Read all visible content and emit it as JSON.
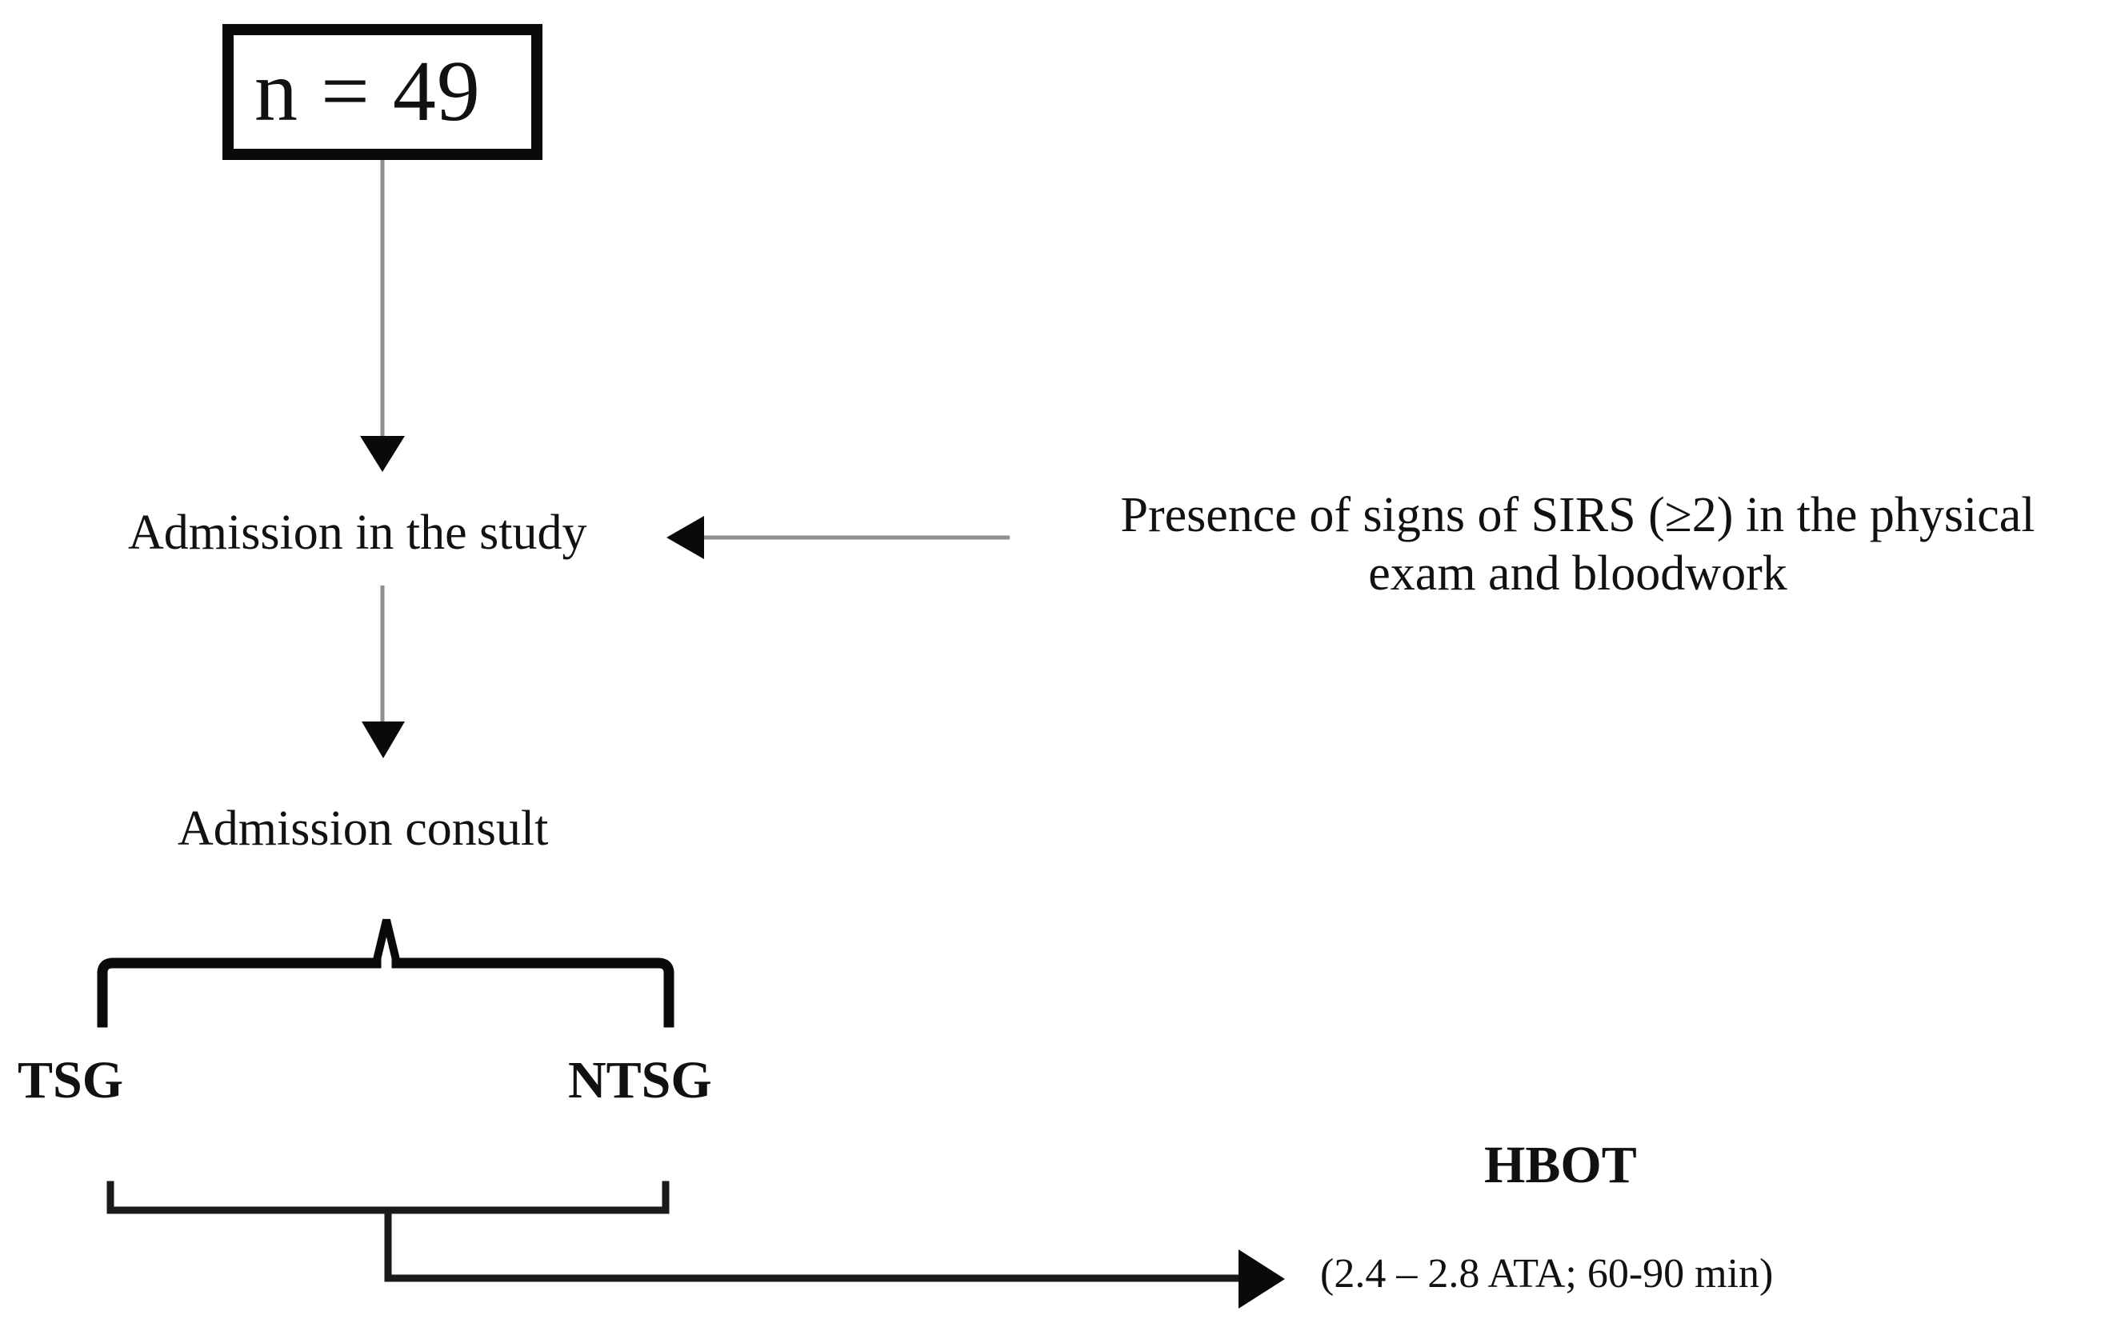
{
  "figure": {
    "kind": "study-flow-diagram",
    "background_color": "#ffffff",
    "line_color": "#111111",
    "thin_line_color": "#8a8a8a"
  },
  "nodes": {
    "cohort_box": {
      "label": "n = 49",
      "style": "thick-black-rectangle"
    },
    "admission_study": {
      "label": "Admission in the study"
    },
    "sirs_criteria": {
      "label": "Presence of signs of SIRS (≥2) in the physical\nexam and bloodwork"
    },
    "admission_consult": {
      "label": "Admission consult"
    },
    "group_tsg": {
      "label": "TSG"
    },
    "group_ntsg": {
      "label": "NTSG"
    },
    "hbot_title": {
      "label": "HBOT"
    },
    "hbot_params": {
      "label": "(2.4 – 2.8 ATA; 60-90 min)"
    }
  },
  "connectors": [
    {
      "name": "cohort-to-admission",
      "type": "arrow",
      "direction": "down",
      "from": "cohort_box",
      "to": "admission_study"
    },
    {
      "name": "sirs-to-admission",
      "type": "arrow",
      "direction": "left",
      "from": "sirs_criteria",
      "to": "admission_study"
    },
    {
      "name": "admission-to-consult",
      "type": "arrow",
      "direction": "down",
      "from": "admission_study",
      "to": "admission_consult"
    },
    {
      "name": "consult-split-brace",
      "type": "brace",
      "direction": "down",
      "from": "admission_consult",
      "to": "group_tsg, group_ntsg"
    },
    {
      "name": "groups-merge-bracket",
      "type": "bracket",
      "direction": "up",
      "from": "group_tsg, group_ntsg",
      "to": "hbot_title"
    },
    {
      "name": "merge-to-hbot",
      "type": "arrow",
      "direction": "right",
      "from": "groups-merge-bracket",
      "to": "hbot_title"
    }
  ]
}
